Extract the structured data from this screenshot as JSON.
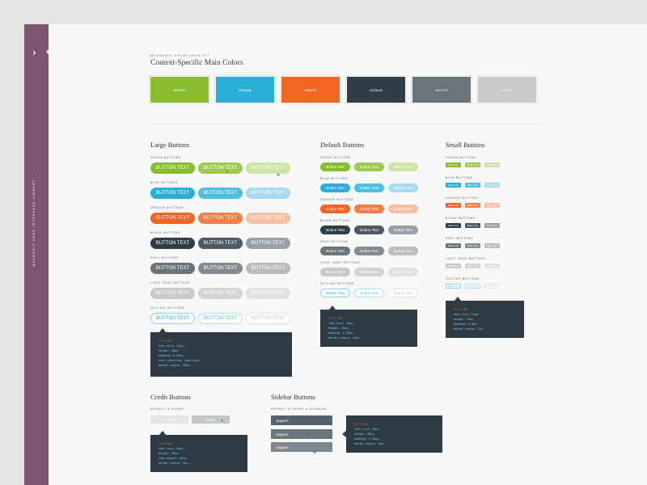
{
  "sidebar": {
    "label": "MYKREDIT USER INTERFACE LIBRARY",
    "chevron": "›"
  },
  "header": {
    "eyebrow": "MYKREDIT DEVELOPER KIT",
    "title": "Context-Specific Main Colors"
  },
  "swatches": [
    {
      "hex": "#87bd2e",
      "color": "#87bd2e"
    },
    {
      "hex": "#29b0d8",
      "color": "#29b0d8"
    },
    {
      "hex": "#f0622b",
      "color": "#f26522"
    },
    {
      "hex": "#303e48",
      "color": "#303e48"
    },
    {
      "hex": "#6c7479",
      "color": "#6c7479"
    },
    {
      "hex": "#c9c9c9",
      "color": "#cacaca"
    }
  ],
  "large": {
    "title": "Large Buttons",
    "groups": [
      {
        "label": "GREEN BUTTONS",
        "text": "BUTTON TEXT"
      },
      {
        "label": "BLUE BUTTONS",
        "text": "BUTTON TEXT"
      },
      {
        "label": "ORANGE BUTTONS",
        "text": "BUTTON TEXT"
      },
      {
        "label": "BLACK BUTTONS",
        "text": "BUTTON TEXT"
      },
      {
        "label": "GRAY BUTTONS",
        "text": "BUTTON TEXT"
      },
      {
        "label": "LIGHT GRAY BUTTONS",
        "text": "BUTTON TEXT"
      },
      {
        "label": "OUTLINE BUTTONS",
        "text": "BUTTON TEXT"
      }
    ],
    "code": {
      "title": "STYLING",
      "lines": [
        "font-size: 21px;",
        "height: 38px;",
        "padding: 0 30px;",
        "text-transform: uppercase;",
        "border-radius: 50px;"
      ]
    }
  },
  "default": {
    "title": "Default Buttons",
    "groups": [
      {
        "label": "GREEN BUTTONS",
        "text": "Button Text"
      },
      {
        "label": "BLUE BUTTONS",
        "text": "Button Text"
      },
      {
        "label": "ORANGE BUTTONS",
        "text": "Button Text"
      },
      {
        "label": "BLACK BUTTONS",
        "text": "Button Text"
      },
      {
        "label": "GRAY BUTTONS",
        "text": "Button Text"
      },
      {
        "label": "LIGHT GRAY BUTTONS",
        "text": "Button Text"
      },
      {
        "label": "OUTLINE BUTTONS",
        "text": "Button Text"
      }
    ],
    "code": {
      "title": "STYLING",
      "lines": [
        "font-size: 18px;",
        "height: 29px;",
        "padding: 0 20px;",
        "border-radius: 25px;"
      ]
    }
  },
  "small": {
    "title": "Small Buttons",
    "groups": [
      {
        "label": "GREEN BUTTONS",
        "text": "Button Text"
      },
      {
        "label": "BLUE BUTTONS",
        "text": "Button Text"
      },
      {
        "label": "ORANGE BUTTONS",
        "text": "Button Text"
      },
      {
        "label": "BLACK BUTTONS",
        "text": "Button Text"
      },
      {
        "label": "GRAY BUTTONS",
        "text": "Button Text"
      },
      {
        "label": "LIGHT GRAY BUTTONS",
        "text": "Button Text"
      },
      {
        "label": "OUTLINE BUTTONS",
        "text": "Button Text"
      }
    ],
    "code": {
      "title": "STYLING",
      "lines": [
        "font-size: 11px;",
        "height: 15px;",
        "padding: 0 8px;",
        "border-radius: 2px;"
      ]
    }
  },
  "credit": {
    "title": "Credit Buttons",
    "label": "DEFAULT & HOVER",
    "btn1": "€100",
    "btn2": "€100",
    "code": {
      "title": "STYLING",
      "lines": [
        "font-size: 18px;",
        "height: 29px;",
        "font-weight: bold;",
        "border-radius: 3px;"
      ]
    }
  },
  "sidebar_buttons": {
    "title": "Sidebar Buttons",
    "label": "DEFAULT & HOVER & DISABLED",
    "items": [
      "Support",
      "Support",
      "Support"
    ],
    "code": {
      "title": "STYLING",
      "lines": [
        "font-size: 18px;",
        "height: 36px;",
        "padding: 0 30px;",
        "border-radius: 3px;"
      ]
    }
  }
}
